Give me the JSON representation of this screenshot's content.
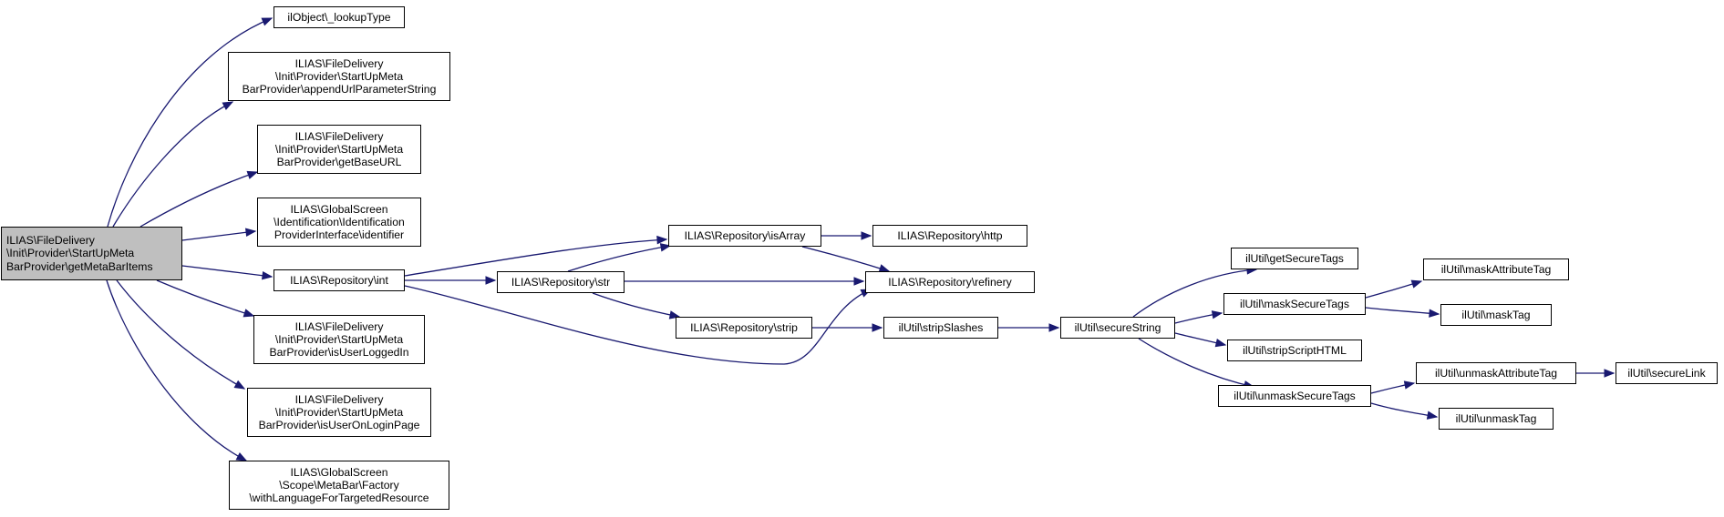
{
  "graph": {
    "root": {
      "id": "root",
      "lines": [
        "ILIAS\\FileDelivery",
        "\\Init\\Provider\\StartUpMeta",
        "BarProvider\\getMetaBarItems"
      ],
      "highlight_color": "#bfbfbf"
    },
    "nodes": [
      {
        "id": "lookupType",
        "lines": [
          "ilObject\\_lookupType"
        ]
      },
      {
        "id": "appendUrl",
        "lines": [
          "ILIAS\\FileDelivery",
          "\\Init\\Provider\\StartUpMeta",
          "BarProvider\\appendUrlParameterString"
        ]
      },
      {
        "id": "getBaseURL",
        "lines": [
          "ILIAS\\FileDelivery",
          "\\Init\\Provider\\StartUpMeta",
          "BarProvider\\getBaseURL"
        ]
      },
      {
        "id": "identifier",
        "lines": [
          "ILIAS\\GlobalScreen",
          "\\Identification\\Identification",
          "ProviderInterface\\identifier"
        ]
      },
      {
        "id": "int",
        "lines": [
          "ILIAS\\Repository\\int"
        ]
      },
      {
        "id": "isUserLoggedIn",
        "lines": [
          "ILIAS\\FileDelivery",
          "\\Init\\Provider\\StartUpMeta",
          "BarProvider\\isUserLoggedIn"
        ]
      },
      {
        "id": "isUserOnLoginPage",
        "lines": [
          "ILIAS\\FileDelivery",
          "\\Init\\Provider\\StartUpMeta",
          "BarProvider\\isUserOnLoginPage"
        ]
      },
      {
        "id": "withLanguage",
        "lines": [
          "ILIAS\\GlobalScreen",
          "\\Scope\\MetaBar\\Factory",
          "\\withLanguageForTargetedResource"
        ]
      },
      {
        "id": "isArray",
        "lines": [
          "ILIAS\\Repository\\isArray"
        ]
      },
      {
        "id": "str",
        "lines": [
          "ILIAS\\Repository\\str"
        ]
      },
      {
        "id": "strip",
        "lines": [
          "ILIAS\\Repository\\strip"
        ]
      },
      {
        "id": "http",
        "lines": [
          "ILIAS\\Repository\\http"
        ]
      },
      {
        "id": "refinery",
        "lines": [
          "ILIAS\\Repository\\refinery"
        ]
      },
      {
        "id": "stripSlashes",
        "lines": [
          "ilUtil\\stripSlashes"
        ]
      },
      {
        "id": "secureString",
        "lines": [
          "ilUtil\\secureString"
        ]
      },
      {
        "id": "getSecureTags",
        "lines": [
          "ilUtil\\getSecureTags"
        ]
      },
      {
        "id": "maskSecureTags",
        "lines": [
          "ilUtil\\maskSecureTags"
        ]
      },
      {
        "id": "stripScriptHTML",
        "lines": [
          "ilUtil\\stripScriptHTML"
        ]
      },
      {
        "id": "unmaskSecureTags",
        "lines": [
          "ilUtil\\unmaskSecureTags"
        ]
      },
      {
        "id": "maskAttributeTag",
        "lines": [
          "ilUtil\\maskAttributeTag"
        ]
      },
      {
        "id": "maskTag",
        "lines": [
          "ilUtil\\maskTag"
        ]
      },
      {
        "id": "unmaskAttributeTag",
        "lines": [
          "ilUtil\\unmaskAttributeTag"
        ]
      },
      {
        "id": "unmaskTag",
        "lines": [
          "ilUtil\\unmaskTag"
        ]
      },
      {
        "id": "secureLink",
        "lines": [
          "ilUtil\\secureLink"
        ]
      }
    ],
    "edges": [
      {
        "from": "root",
        "to": "lookupType"
      },
      {
        "from": "root",
        "to": "appendUrl"
      },
      {
        "from": "root",
        "to": "getBaseURL"
      },
      {
        "from": "root",
        "to": "identifier"
      },
      {
        "from": "root",
        "to": "int"
      },
      {
        "from": "root",
        "to": "isUserLoggedIn"
      },
      {
        "from": "root",
        "to": "isUserOnLoginPage"
      },
      {
        "from": "root",
        "to": "withLanguage"
      },
      {
        "from": "int",
        "to": "isArray"
      },
      {
        "from": "int",
        "to": "str"
      },
      {
        "from": "int",
        "to": "refinery"
      },
      {
        "from": "str",
        "to": "isArray"
      },
      {
        "from": "str",
        "to": "refinery"
      },
      {
        "from": "str",
        "to": "strip"
      },
      {
        "from": "isArray",
        "to": "http"
      },
      {
        "from": "isArray",
        "to": "refinery"
      },
      {
        "from": "strip",
        "to": "stripSlashes"
      },
      {
        "from": "stripSlashes",
        "to": "secureString"
      },
      {
        "from": "secureString",
        "to": "getSecureTags"
      },
      {
        "from": "secureString",
        "to": "maskSecureTags"
      },
      {
        "from": "secureString",
        "to": "stripScriptHTML"
      },
      {
        "from": "secureString",
        "to": "unmaskSecureTags"
      },
      {
        "from": "maskSecureTags",
        "to": "maskAttributeTag"
      },
      {
        "from": "maskSecureTags",
        "to": "maskTag"
      },
      {
        "from": "unmaskSecureTags",
        "to": "unmaskAttributeTag"
      },
      {
        "from": "unmaskSecureTags",
        "to": "unmaskTag"
      },
      {
        "from": "unmaskAttributeTag",
        "to": "secureLink"
      }
    ],
    "edge_color": "#191970",
    "node_border_color": "#000000"
  }
}
